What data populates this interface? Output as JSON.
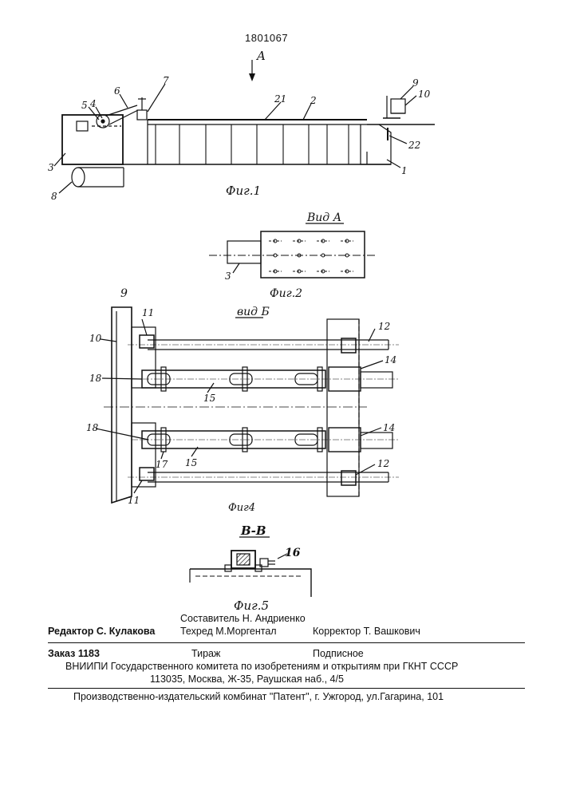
{
  "patent_number": "1801067",
  "figures": {
    "fig1": {
      "caption": "Фиг.1",
      "view_arrow_label": "A",
      "callouts": [
        "1",
        "2",
        "3",
        "4",
        "5",
        "6",
        "7",
        "8",
        "9",
        "10",
        "21",
        "22"
      ]
    },
    "fig2": {
      "caption": "Фиг.2",
      "view_label": "Вид А",
      "callouts": [
        "3"
      ]
    },
    "fig4": {
      "caption": "Фиг4",
      "view_label": "вид Б",
      "callouts": [
        "9",
        "10",
        "11",
        "12",
        "14",
        "15",
        "17",
        "18"
      ]
    },
    "fig5": {
      "caption": "Фиг.5",
      "section_label": "В-В",
      "callouts": [
        "16"
      ]
    }
  },
  "imprint": {
    "editor": "Редактор  С. Кулакова",
    "compiler": "Составитель  Н. Андриенко",
    "techred": "Техред М.Моргентал",
    "corrector": "Корректор  Т. Вашкович",
    "order": "Заказ  1183",
    "circulation": "Тираж",
    "subscription": "Подписное",
    "org_line": "ВНИИПИ Государственного комитета по изобретениям и открытиям при ГКНТ СССР",
    "address_line": "113035, Москва, Ж-35, Раушская наб., 4/5",
    "plant_line": "Производственно-издательский комбинат \"Патент\", г. Ужгород, ул.Гагарина, 101"
  }
}
